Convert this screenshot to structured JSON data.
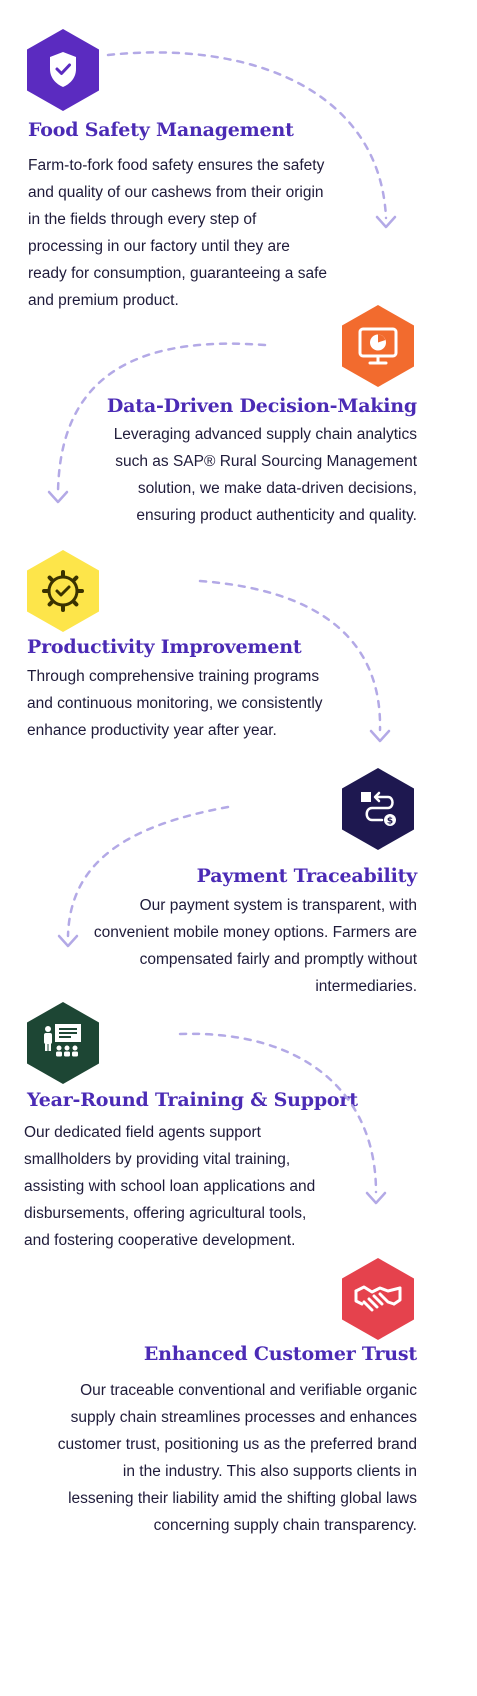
{
  "sections": [
    {
      "title": "Food Safety Management",
      "description": "Farm-to-fork food safety ensures the safety and quality of our cashews from their origin in the fields through every step of processing in our factory until they are ready for consumption, guaranteeing a safe and premium product.",
      "icon": "shield-check-icon",
      "color": "#5b2bc0"
    },
    {
      "title": "Data-Driven Decision-Making",
      "description": "Leveraging advanced supply chain analytics such as SAP® Rural Sourcing Management solution, we make data-driven decisions, ensuring product authenticity and quality.",
      "icon": "analytics-monitor-icon",
      "color": "#f26b2e"
    },
    {
      "title": "Productivity Improvement",
      "description": "Through comprehensive training programs and continuous monitoring, we consistently enhance productivity year after year.",
      "icon": "gear-check-icon",
      "color": "#fde54a"
    },
    {
      "title": "Payment Traceability",
      "description": "Our payment system is transparent, with convenient mobile money options. Farmers are compensated fairly and promptly without intermediaries.",
      "icon": "payment-route-icon",
      "color": "#1e1850"
    },
    {
      "title": "Year-Round Training & Support",
      "description": "Our dedicated field agents support smallholders by providing vital training, assisting with school loan applications and disbursements, offering agricultural tools, and fostering cooperative development.",
      "icon": "training-presentation-icon",
      "color": "#1d4634"
    },
    {
      "title": "Enhanced Customer Trust",
      "description": "Our traceable conventional and verifiable organic supply chain streamlines processes and enhances customer trust, positioning us as the preferred brand in the industry. This also supports clients in lessening their liability amid the shifting global laws concerning supply chain transparency.",
      "icon": "handshake-icon",
      "color": "#e5424d"
    }
  ],
  "colors": {
    "title": "#4b2bb5",
    "text": "#1f1b3a",
    "arrow": "#b3a9e6"
  }
}
